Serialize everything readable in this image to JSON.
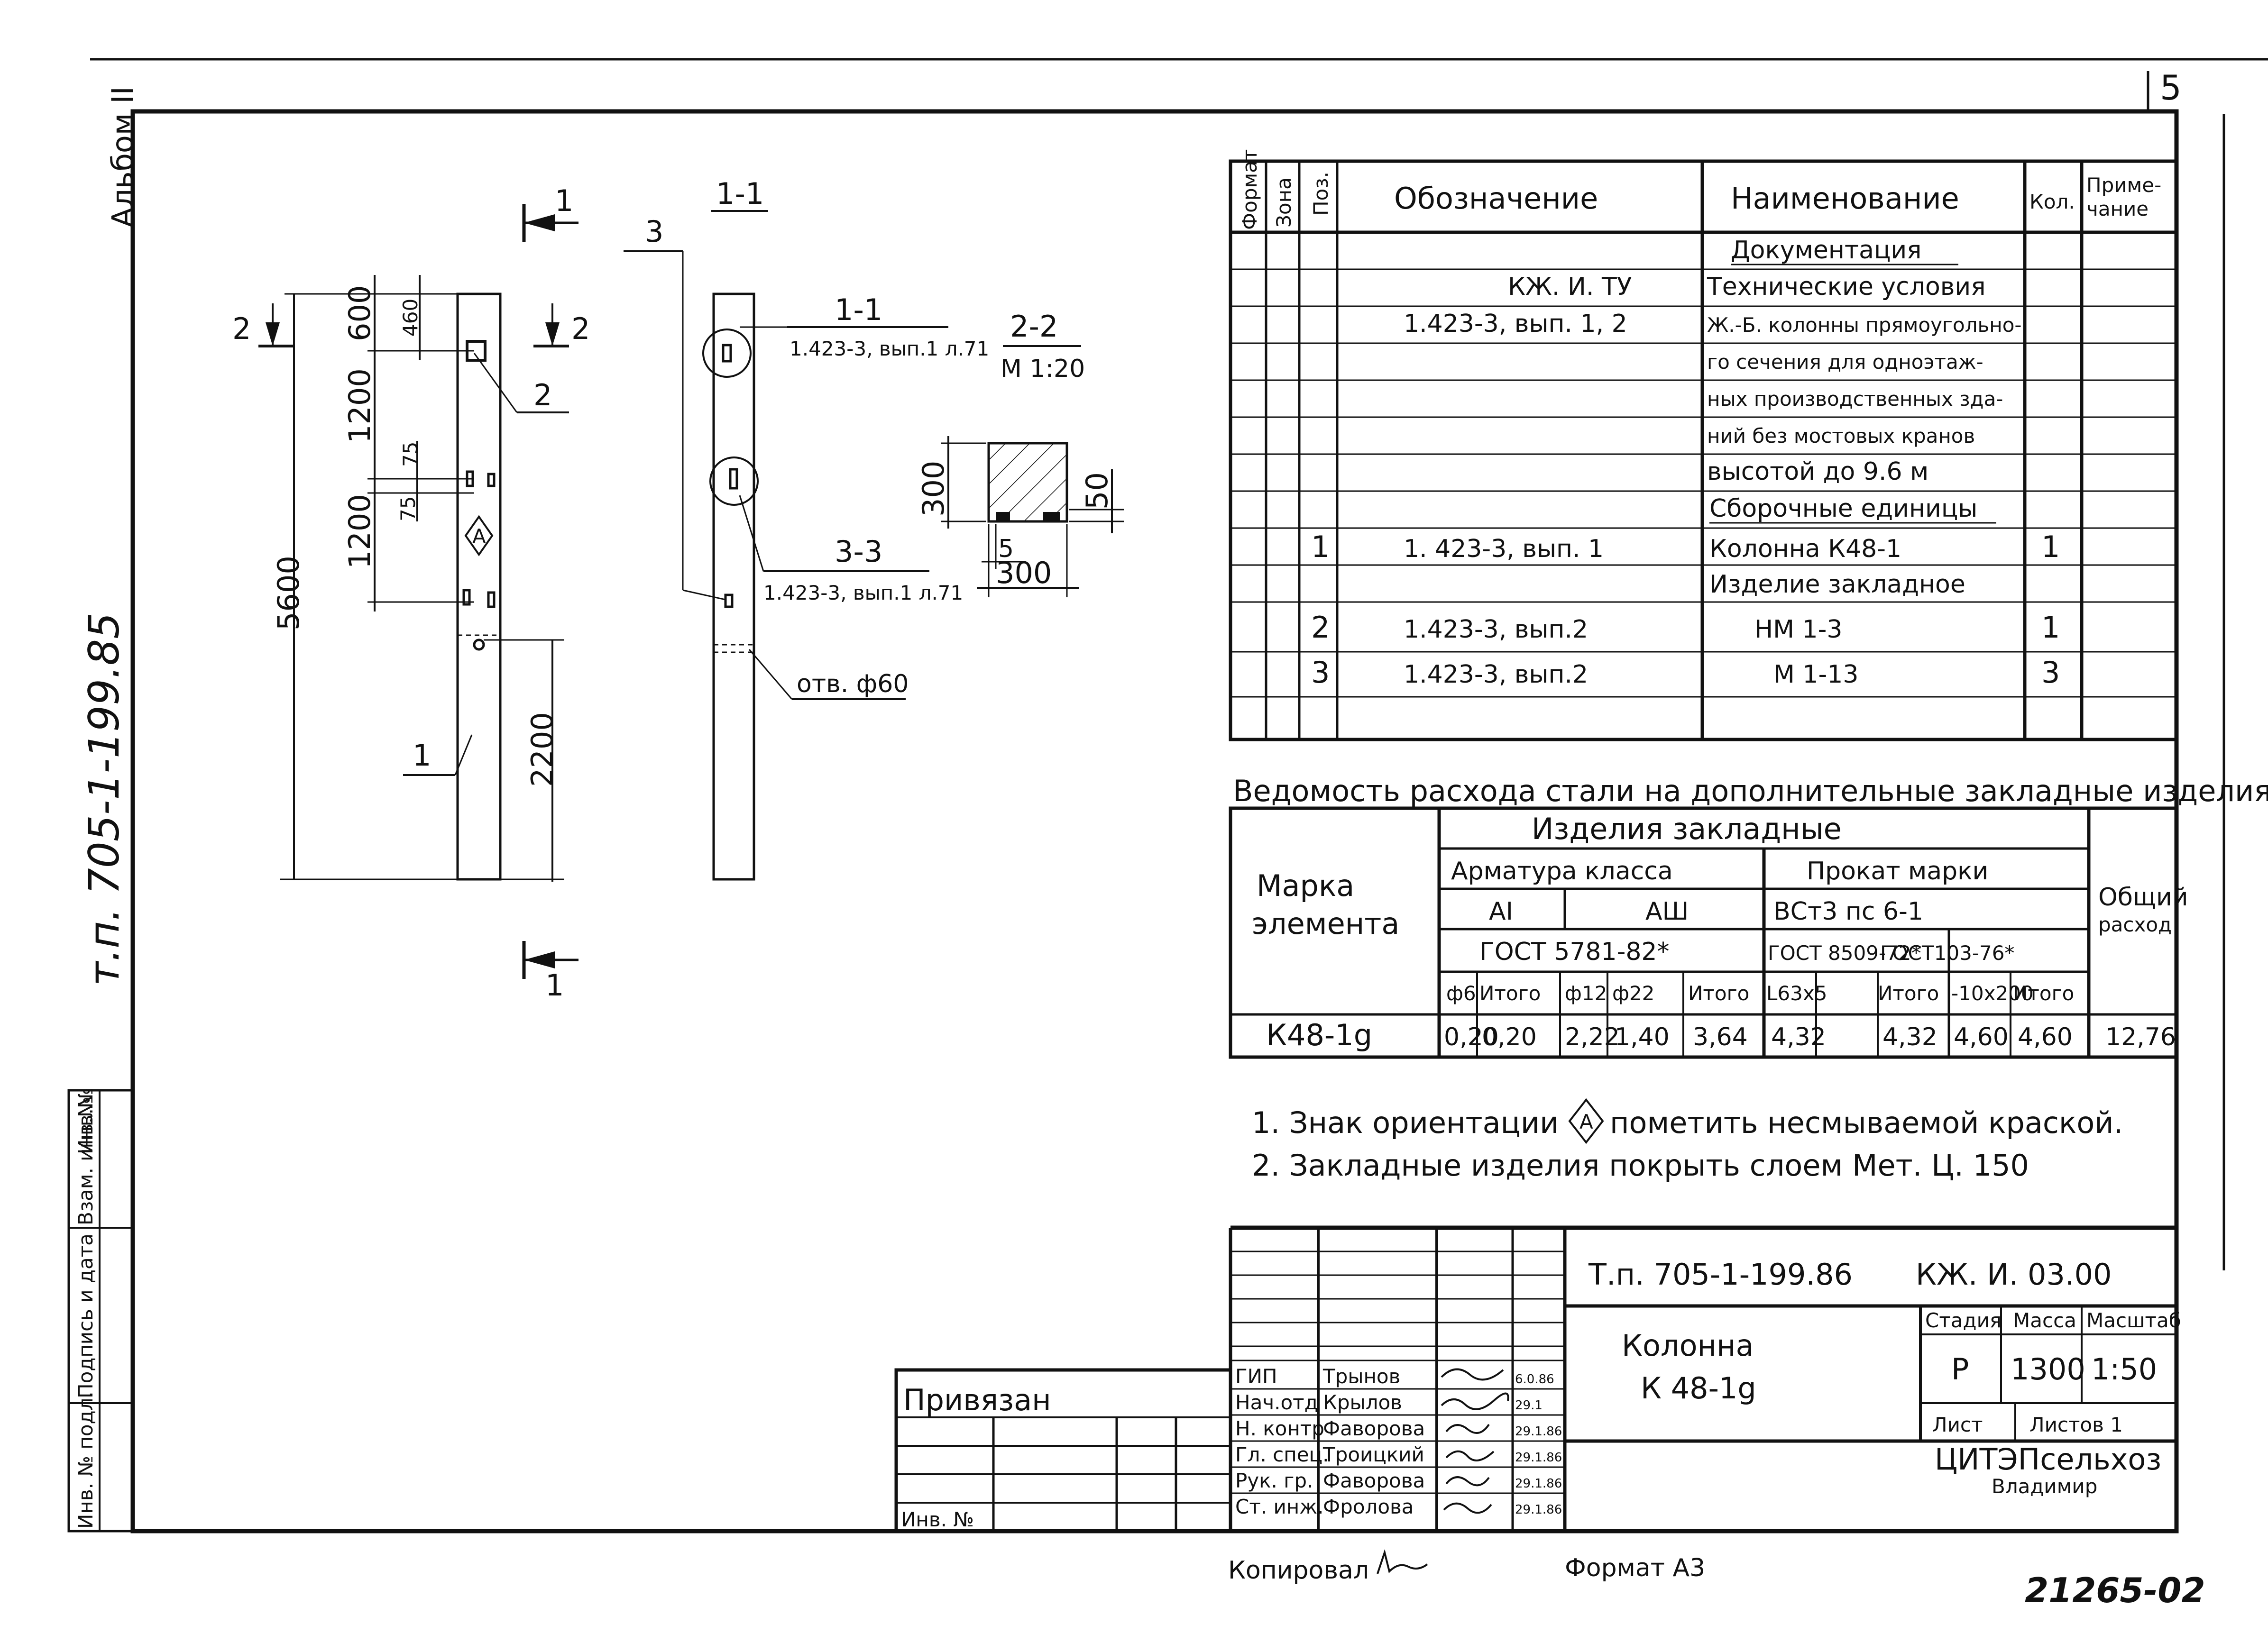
{
  "sheet": {
    "number": "5",
    "album": "Альбом II",
    "project_code_vertical": "т.п. 705-1-199.85",
    "copied_by_label": "Копировал",
    "format_label": "Формат А3",
    "archive_number": "21265-02",
    "side_stamp": [
      "Инв. № подл.",
      "Подпись и дата",
      "Взам. инв.№",
      "Инв.№"
    ]
  },
  "drawing": {
    "section_mark_1": "1",
    "section_mark_2": "2",
    "section_title_1_1": "1-1",
    "section_title_2_2": "2-2",
    "scale_2_2": "М 1:20",
    "dims": {
      "d600": "600",
      "d460": "460",
      "d1200a": "1200",
      "d75a": "75",
      "d75b": "75",
      "d1200b": "1200",
      "d5600": "5600",
      "d2200": "2200",
      "d300v": "300",
      "d50": "50",
      "d5": "5",
      "d300h": "300"
    },
    "pos_1": "1",
    "pos_2": "2",
    "pos_3": "3",
    "orientation_mark": "А",
    "callout_1_1_title": "1-1",
    "callout_1_1_ref": "1.423-3, вып.1 л.71",
    "callout_3_3_title": "3-3",
    "callout_3_3_ref": "1.423-3, вып.1 л.71",
    "hole_label": "отв. ф60"
  },
  "spec_table": {
    "headers": {
      "format": "Формат",
      "zone": "Зона",
      "pos": "Поз.",
      "designation": "Обозначение",
      "name": "Наименование",
      "qty": "Кол.",
      "note_1": "Приме-",
      "note_2": "чание"
    },
    "rows": [
      {
        "pos": "",
        "designation": "",
        "name": "Документация",
        "qty": "",
        "underline": true
      },
      {
        "pos": "",
        "designation": "КЖ. И. ТУ",
        "name": "Технические условия",
        "qty": ""
      },
      {
        "pos": "",
        "designation": "1.423-3, вып. 1, 2",
        "name": "Ж.-Б. колонны прямоугольно-",
        "qty": ""
      },
      {
        "pos": "",
        "designation": "",
        "name": "го сечения для одноэтаж-",
        "qty": ""
      },
      {
        "pos": "",
        "designation": "",
        "name": "ных производственных зда-",
        "qty": ""
      },
      {
        "pos": "",
        "designation": "",
        "name": "ний без мостовых кранов",
        "qty": ""
      },
      {
        "pos": "",
        "designation": "",
        "name": "высотой до 9.6 м",
        "qty": ""
      },
      {
        "pos": "",
        "designation": "",
        "name": "Сборочные единицы",
        "qty": "",
        "underline": true
      },
      {
        "pos": "1",
        "designation": "1. 423-3, вып. 1",
        "name": "Колонна К48-1",
        "qty": "1"
      },
      {
        "pos": "",
        "designation": "",
        "name": "Изделие закладное",
        "qty": ""
      },
      {
        "pos": "2",
        "designation": "1.423-3, вып.2",
        "name": "НМ 1-3",
        "qty": "1"
      },
      {
        "pos": "3",
        "designation": "1.423-3, вып.2",
        "name": "М 1-13",
        "qty": "3"
      }
    ]
  },
  "steel_table": {
    "title": "Ведомость расхода стали на дополнительные закладные изделия, кг",
    "mark_header_1": "Марка",
    "mark_header_2": "элемента",
    "embedded": "Изделия закладные",
    "rebar_class": "Арматура класса",
    "rolled_mark": "Прокат марки",
    "a1": "АI",
    "a3": "АШ",
    "vst": "ВСт3 пс 6-1",
    "gost_rebar": "ГОСТ 5781-82*",
    "gost_8509": "ГОСТ 8509-72*",
    "gost_103": "ГОСТ103-76*",
    "total_1": "Общий",
    "total_2": "расход",
    "cols": [
      "ф6",
      "Итого",
      "ф12",
      "ф22",
      "Итого",
      "L63x5",
      "",
      "Итого",
      "-10x200",
      "Итого"
    ],
    "row": {
      "mark": "К48-1g",
      "values": [
        "0,20",
        "0,20",
        "2,22",
        "1,40",
        "3,64",
        "4,32",
        "",
        "4,32",
        "4,60",
        "4,60"
      ],
      "total": "12,76"
    }
  },
  "notes": [
    "1. Знак ориентации",
    "пометить несмываемой краской.",
    "2. Закладные изделия покрыть слоем Мет. Ц. 150"
  ],
  "title_block": {
    "project": "Т.п. 705-1-199.86",
    "code": "КЖ. И. 03.00",
    "name_1": "Колонна",
    "name_2": "К 48-1g",
    "stage_label": "Стадия",
    "mass_label": "Масса",
    "scale_label": "Масштаб",
    "stage": "Р",
    "mass": "1300",
    "scale": "1:50",
    "sheet_label": "Лист",
    "sheets_label": "Листов 1",
    "org_1": "ЦИТЭПсельхоз",
    "org_2": "Владимир",
    "bound_label": "Привязан",
    "inv_label": "Инв. №",
    "roles": [
      {
        "role": "ГИП",
        "name": "Трынов",
        "date": "6.0.86"
      },
      {
        "role": "Нач.отд",
        "name": "Крылов",
        "date": "29.1"
      },
      {
        "role": "Н. контр",
        "name": "Фаворова",
        "date": "29.1.86"
      },
      {
        "role": "Гл. спец.",
        "name": "Троицкий",
        "date": "29.1.86"
      },
      {
        "role": "Рук. гр.",
        "name": "Фаворова",
        "date": "29.1.86"
      },
      {
        "role": "Ст. инж.",
        "name": "Фролова",
        "date": "29.1.86"
      }
    ]
  }
}
